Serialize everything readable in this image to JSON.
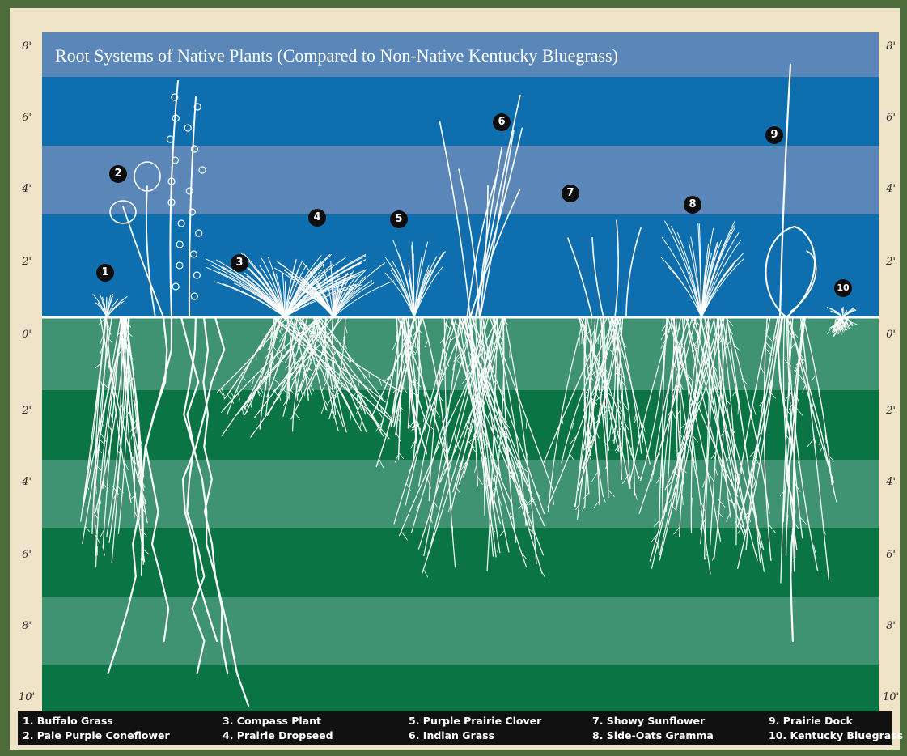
{
  "title": "Root Systems of Native Plants (Compared to Non-Native Kentucky Bluegrass)",
  "colors": {
    "sky_light": "#5a86b8",
    "sky_dark": "#0f6fae",
    "soil_light": "#3f9372",
    "soil_dark": "#0a7444",
    "frame": "#4e6b3a",
    "scale_bg": "#efe4c8",
    "legend_bg": "#111111"
  },
  "scale": {
    "labels": [
      "8'",
      "6'",
      "4'",
      "2'",
      "0'",
      "2'",
      "4'",
      "6'",
      "8'",
      "10'"
    ]
  },
  "plants": [
    {
      "number": "1",
      "name": "Buffalo Grass"
    },
    {
      "number": "2",
      "name": "Pale Purple Coneflower"
    },
    {
      "number": "3",
      "name": "Compass Plant"
    },
    {
      "number": "4",
      "name": "Prairie Dropseed"
    },
    {
      "number": "5",
      "name": "Purple Prairie Clover"
    },
    {
      "number": "6",
      "name": "Indian Grass"
    },
    {
      "number": "7",
      "name": "Showy Sunflower"
    },
    {
      "number": "8",
      "name": "Side-Oats Gramma"
    },
    {
      "number": "9",
      "name": "Prairie Dock"
    },
    {
      "number": "10",
      "name": "Kentucky Bluegrass"
    }
  ],
  "legend": [
    "1. Buffalo Grass",
    "2. Pale Purple Coneflower",
    "3. Compass Plant",
    "4. Prairie Dropseed",
    "5. Purple Prairie Clover",
    "6. Indian Grass",
    "7. Showy Sunflower",
    "8. Side-Oats Gramma",
    "9. Prairie Dock",
    "10. Kentucky Bluegrass"
  ]
}
